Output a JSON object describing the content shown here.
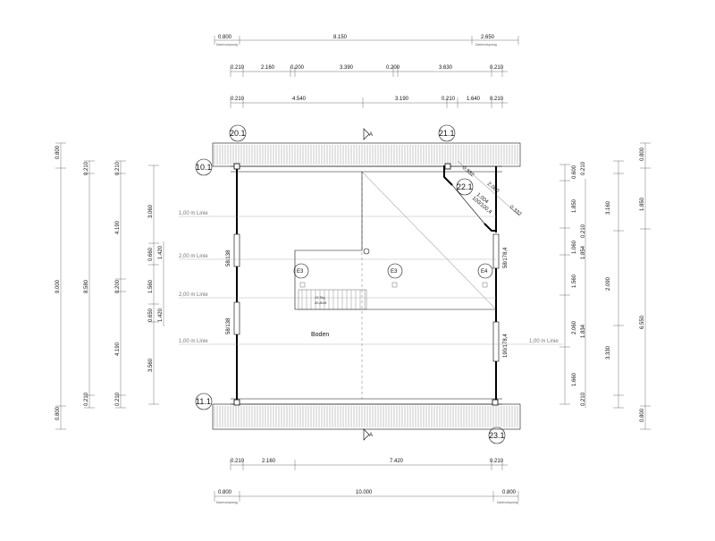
{
  "plan": {
    "room_label": "Boden",
    "grid_labels": [
      "20.1",
      "21.1",
      "10.1",
      "11.1",
      "22.1",
      "23.1"
    ],
    "section_marker": "A",
    "elevators": [
      "E3",
      "E3",
      "E4"
    ],
    "top_dims": {
      "row1": [
        "0.800",
        "8.150",
        "2.650"
      ],
      "row2": [
        "0.210",
        "2.160",
        "0.200",
        "3.390",
        "0.200",
        "3.630",
        "0.210"
      ],
      "row3": [
        "0.210",
        "4.540",
        "3.190",
        "0.210",
        "1.640",
        "0.210"
      ]
    },
    "bottom_dims": {
      "row1": [
        "0.210",
        "2.160",
        "7.420",
        "0.210"
      ],
      "row2": [
        "0.800",
        "10.000",
        "0.800"
      ]
    },
    "left_dims": {
      "col_outer": [
        "0.800",
        "9.000",
        "0.800"
      ],
      "col_mid": [
        "0.210",
        "8.580",
        "0.210"
      ],
      "col_inner": [
        "0.210",
        "4.190",
        "0.200",
        "4.190",
        "0.210"
      ],
      "col_innermost": [
        "3.060",
        "0.660",
        "1.560",
        "0.650",
        "3.560"
      ],
      "col_extra": [
        "1.420",
        "1.420"
      ]
    },
    "right_dims": {
      "col_inner": [
        "0.600",
        "1.850",
        "1.060",
        "1.560",
        "2.060",
        "1.660"
      ],
      "col_inner2": [
        "0.210",
        "0.210",
        "1.854",
        "1.834",
        "0.210"
      ],
      "col_mid": [
        "3.160",
        "2.090",
        "3.330"
      ],
      "col_outer": [
        "0.800",
        "1.850",
        "6.550",
        "0.800"
      ]
    },
    "window_labels": [
      "58/138",
      "58/138",
      "58/178,4",
      "190/178,4",
      "0.332",
      "2.060",
      "1.004",
      "100/100,4",
      "0.332"
    ],
    "line_labels": [
      "1,00 m Linie",
      "2,00 m Linie",
      "2,00 m Linie",
      "1,00 m Linie",
      "1,00 m Linie"
    ],
    "stair_labels": [
      "13 Stg",
      "20,8/19"
    ]
  }
}
